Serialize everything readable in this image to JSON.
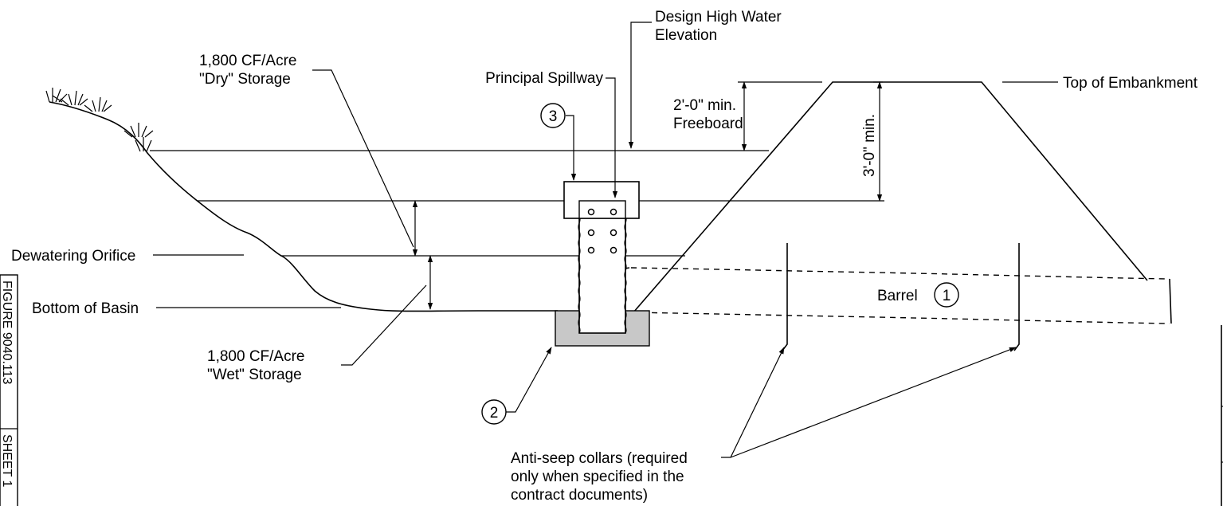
{
  "labels": {
    "design_high_water_1": "Design High Water",
    "design_high_water_2": "Elevation",
    "top_of_embankment": "Top of Embankment",
    "principal_spillway": "Principal Spillway",
    "dry_storage_1": "1,800 CF/Acre",
    "dry_storage_2": "\"Dry\" Storage",
    "freeboard_1": "2'-0\" min.",
    "freeboard_2": "Freeboard",
    "three_ft_min": "3'-0\" min.",
    "dewatering_orifice": "Dewatering Orifice",
    "bottom_of_basin": "Bottom of Basin",
    "wet_storage_1": "1,800 CF/Acre",
    "wet_storage_2": "\"Wet\" Storage",
    "barrel": "Barrel",
    "anti_seep_1": "Anti-seep collars (required",
    "anti_seep_2": "only when specified in the",
    "anti_seep_3": "contract documents)"
  },
  "callouts": {
    "one": "1",
    "two": "2",
    "three": "3"
  },
  "side_tab": {
    "figure": "FIGURE 9040.113",
    "sheet": "SHEET 1"
  }
}
